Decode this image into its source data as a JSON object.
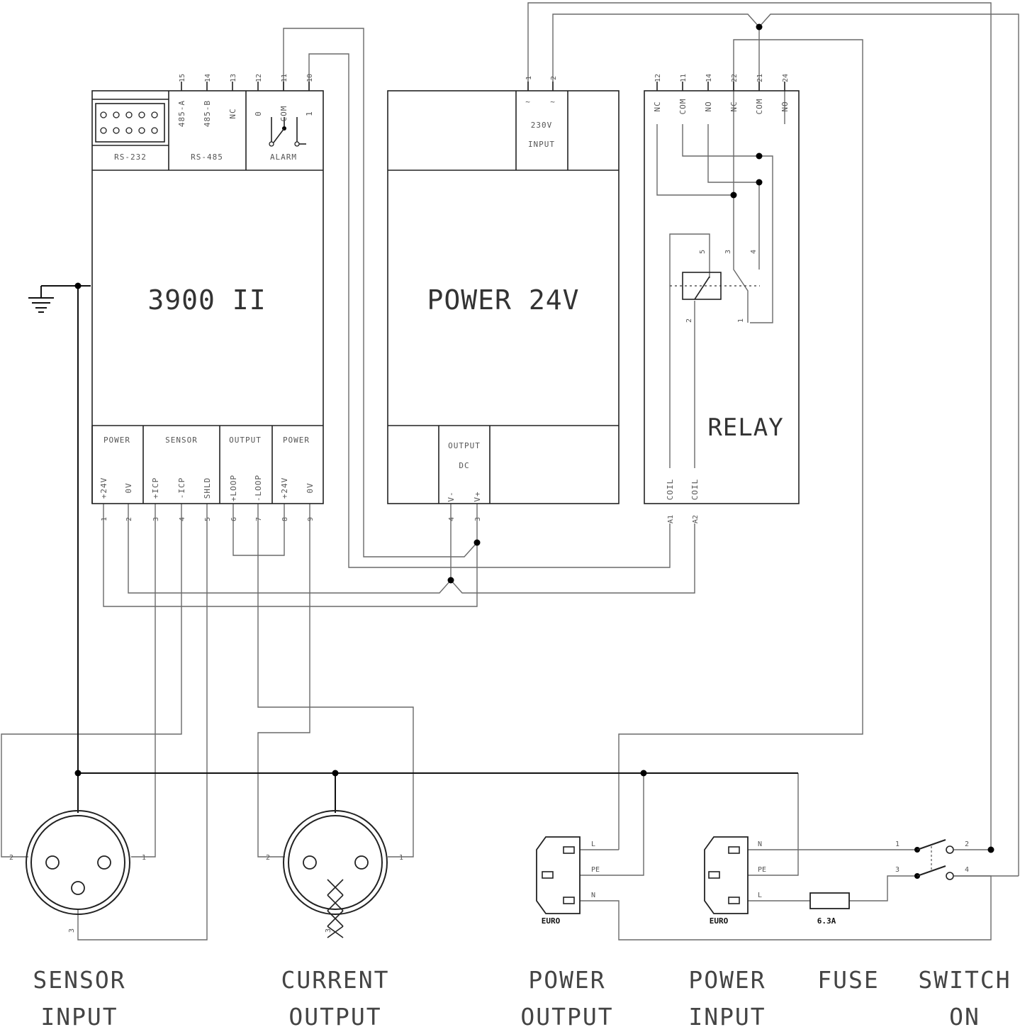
{
  "modules": {
    "controller": {
      "title": "3900 II",
      "rs232_label": "RS-232",
      "rs485_label": "RS-485",
      "alarm_label": "ALARM",
      "top_terminals": [
        "15",
        "14",
        "13",
        "12",
        "11",
        "10"
      ],
      "top_pins": [
        "485-A",
        "485-B",
        "NC",
        "0",
        "COM",
        "1"
      ],
      "bottom_groups": [
        "POWER",
        "SENSOR",
        "OUTPUT",
        "POWER"
      ],
      "bottom_pins": [
        "+24V",
        "0V",
        "+ICP",
        "-ICP",
        "SHLD",
        "+LOOP",
        "-LOOP",
        "+24V",
        "0V"
      ],
      "bottom_terminals": [
        "1",
        "2",
        "3",
        "4",
        "5",
        "6",
        "7",
        "8",
        "9"
      ]
    },
    "power_supply": {
      "title": "POWER 24V",
      "input_line1": "230V",
      "input_line2": "INPUT",
      "input_pins": [
        "~",
        "~"
      ],
      "input_terminals": [
        "1",
        "2"
      ],
      "output_line1": "OUTPUT",
      "output_line2": "DC",
      "output_pins": [
        "V-",
        "V+"
      ],
      "output_terminals": [
        "4",
        "3"
      ]
    },
    "relay": {
      "title": "RELAY",
      "top_terminals": [
        "12",
        "11",
        "14",
        "22",
        "21",
        "24"
      ],
      "top_pins": [
        "NC",
        "COM",
        "NO",
        "NC",
        "COM",
        "NO"
      ],
      "coil_pins": [
        "COIL",
        "COIL"
      ],
      "coil_terminals": [
        "A1",
        "A2"
      ],
      "inner_numbers": [
        "5",
        "3",
        "4",
        "2",
        "1"
      ]
    }
  },
  "connectors": {
    "sensor_input": {
      "line1": "SENSOR",
      "line2": "INPUT",
      "pins": [
        "2",
        "1",
        "3"
      ]
    },
    "current_output": {
      "line1": "CURRENT",
      "line2": "OUTPUT",
      "pins": [
        "2",
        "1",
        "3"
      ]
    },
    "power_output": {
      "line1": "POWER",
      "line2": "OUTPUT",
      "pins": [
        "L",
        "PE",
        "N"
      ],
      "type": "EURO"
    },
    "power_input": {
      "line1": "POWER",
      "line2": "INPUT",
      "pins": [
        "N",
        "PE",
        "L"
      ],
      "type": "EURO"
    },
    "fuse": {
      "line1": "FUSE",
      "rating": "6.3A"
    },
    "switch": {
      "line1": "SWITCH",
      "line2": "ON",
      "pins": [
        "1",
        "2",
        "3",
        "4"
      ]
    }
  },
  "icons": {
    "ground": "ground-icon"
  }
}
